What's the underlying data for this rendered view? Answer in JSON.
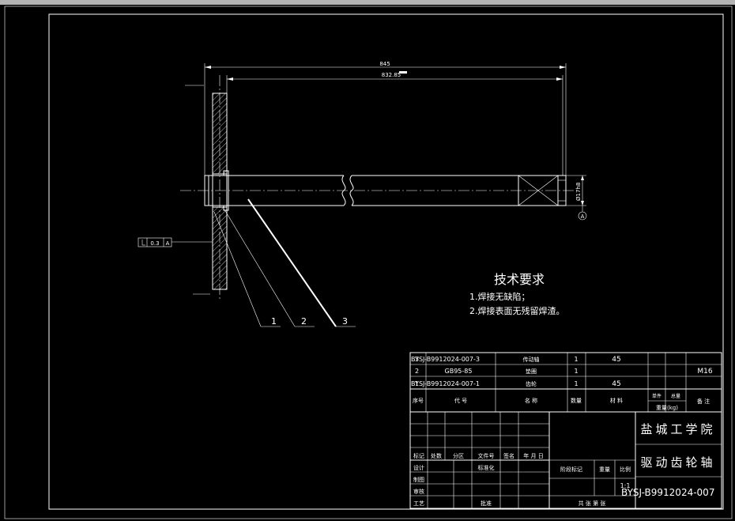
{
  "dimensions": {
    "overall_length": "845",
    "tube_length": "832.85",
    "end_diameter": "Ø17h8"
  },
  "datum_label": "A",
  "tolerance_frame": {
    "value": "0.3",
    "datum": "A"
  },
  "balloons": [
    "1",
    "2",
    "3"
  ],
  "tech_requirements": {
    "title": "技术要求",
    "items": [
      "1.焊接无缺陷；",
      "2.焊接表面无残留焊渣。"
    ]
  },
  "bom": {
    "rows": [
      {
        "no": "3",
        "code": "BYSJ-B9912024-007-3",
        "name": "传动轴",
        "qty": "1",
        "material": "45",
        "note": ""
      },
      {
        "no": "2",
        "code": "GB95-85",
        "name": "垫圈",
        "qty": "1",
        "material": "",
        "note": "M16"
      },
      {
        "no": "1",
        "code": "BYSJ-B9912024-007-1",
        "name": "齿轮",
        "qty": "1",
        "material": "45",
        "note": ""
      }
    ],
    "header": {
      "no": "序号",
      "code": "代  号",
      "name": "名  称",
      "qty": "数量",
      "material": "材  料",
      "unit": "单件",
      "total": "总量",
      "weight": "重量(kg)",
      "note": "备  注"
    }
  },
  "title_block": {
    "school": "盐城工学院",
    "part_name": "驱动齿轮轴",
    "drawing_no": "BYSJ-B9912024-007",
    "scale": "1:1",
    "labels": {
      "mark": "标记",
      "count": "处数",
      "zone": "分区",
      "file_no": "文件号",
      "sign": "签名",
      "date": "年 月 日",
      "design": "设计",
      "standardize": "标准化",
      "drafting": "制图",
      "review": "审核",
      "process": "工艺",
      "approve": "批准",
      "stage_mark": "阶段标记",
      "weight": "重量",
      "scale_label": "比例",
      "sheets": "共  张  第  张"
    }
  }
}
